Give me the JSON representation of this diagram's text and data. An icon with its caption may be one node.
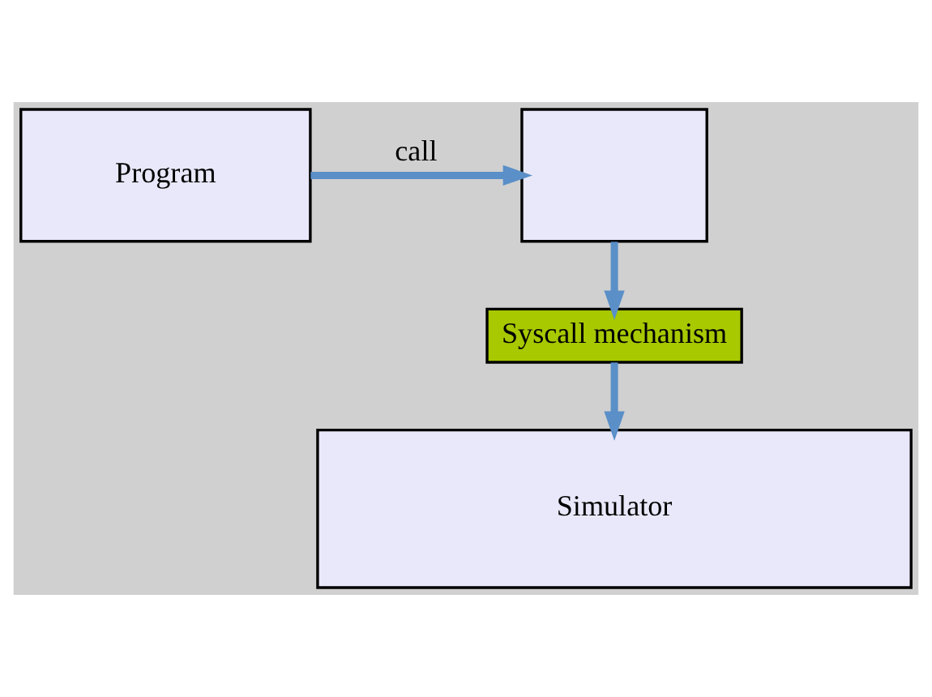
{
  "diagram": {
    "nodes": [
      {
        "text": [
          "Program"
        ]
      },
      {
        "text": [],
        "shape": "box"
      },
      {
        "text": [
          "Syscall mechanism"
        ]
      },
      {
        "text": [
          "Simulator"
        ]
      }
    ],
    "edges": [
      {
        "from": 0,
        "to": 1,
        "arrow": "to",
        "label": "call"
      },
      {
        "from": 1,
        "to": 2,
        "arrow": "to"
      },
      {
        "from": 2,
        "to": 3,
        "arrow": "to"
      }
    ]
  }
}
